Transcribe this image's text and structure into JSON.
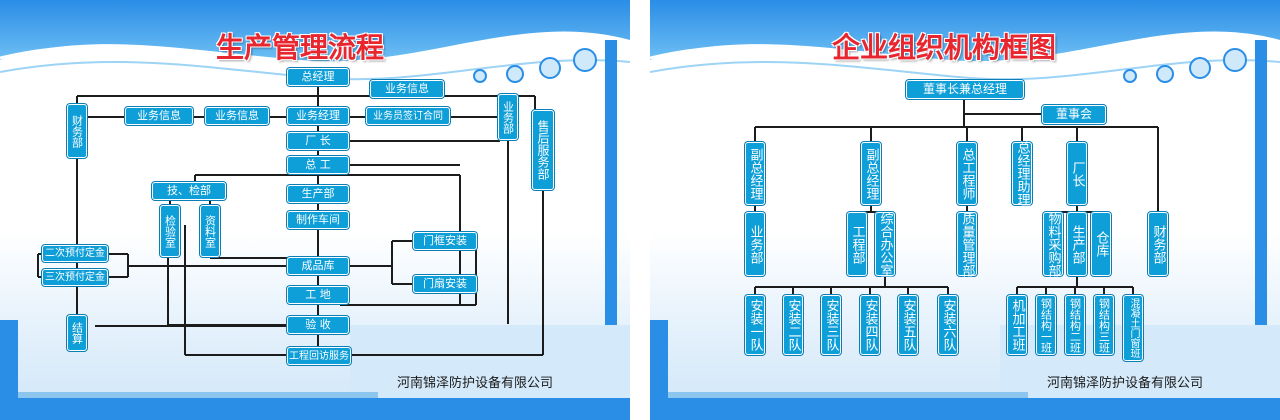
{
  "left": {
    "title": "生产管理流程",
    "company": "河南锦泽防护设备有限公司",
    "nodes": {
      "general_manager": "总经理",
      "biz_info_top": "业务信息",
      "biz_info_1": "业务信息",
      "biz_info_2": "业务信息",
      "sales_manager": "业务经理",
      "sales_contract": "业务员签订合同",
      "factory_head": "厂 长",
      "chief_engineer": "总 工",
      "tech_inspection": "技、检部",
      "inspection_room": "检验室",
      "archive_room": "资料室",
      "production_dept": "生产部",
      "workshop": "制作车间",
      "warehouse": "成品库",
      "site": "工 地",
      "acceptance": "验 收",
      "revisit": "工程回访服务",
      "door_frame": "门框安装",
      "door_leaf": "门扇安装",
      "finance": "财务部",
      "second_prepay": "二次预付定金",
      "third_prepay": "三次预付定金",
      "settlement": "结算",
      "business_dept": "业务部",
      "aftersales": "售后服务部"
    }
  },
  "right": {
    "title": "企业组织机构框图",
    "company": "河南锦泽防护设备有限公司",
    "nodes": {
      "chairman": "董事长兼总经理",
      "board": "董事会",
      "vgm_1": "副总经理",
      "vgm_2": "副总经理",
      "chief_eng": "总工程师",
      "gm_assistant": "总经理助理",
      "factory_head": "厂长",
      "business_dept": "业务部",
      "engineering_dept": "工程部",
      "general_office": "综合办公室",
      "qa_dept": "质量管理部",
      "purchasing": "物料采购部",
      "production": "生产部",
      "storage": "仓库",
      "finance": "财务部",
      "team_1": "安装一队",
      "team_2": "安装二队",
      "team_3": "安装三队",
      "team_4": "安装四队",
      "team_5": "安装五队",
      "team_6": "安装六队",
      "machining": "机加工班",
      "steel_1": "钢结构一班",
      "steel_2": "钢结构二班",
      "steel_3": "钢结构三班",
      "concrete_door": "混凝土门窗班"
    }
  },
  "colors": {
    "node": "#0e9ed8",
    "title": "#e8262f",
    "band": "#1f8fe0",
    "line": "#1c1c1c"
  }
}
